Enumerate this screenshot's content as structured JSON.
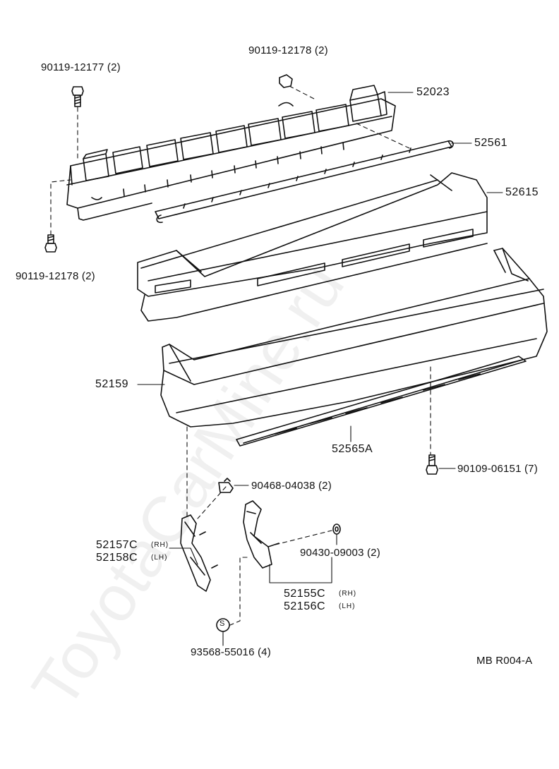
{
  "labels": {
    "bolt_top_left": "90119-12177 (2)",
    "bolt_top_center": "90119-12178 (2)",
    "bolt_left_lower": "90119-12178 (2)",
    "reinforcement": "52023",
    "retainer_strip": "52561",
    "absorber": "52615",
    "bumper_cover": "52159",
    "lower_molding": "52565A",
    "screw": "90109-06151 (7)",
    "clip": "90468-04038 (2)",
    "nut": "90430-09003 (2)",
    "screw_bottom": "93568-55016 (4)",
    "bracket_left_rh": "52157C",
    "bracket_left_lh": "52158C",
    "bracket_right_rh": "52155C",
    "bracket_right_lh": "52156C",
    "rh": "(RH)",
    "lh": "(LH)",
    "screw_symbol": "S",
    "figure_code": "MB  R004-A"
  },
  "watermark": "ToyotaCarMine.ru"
}
